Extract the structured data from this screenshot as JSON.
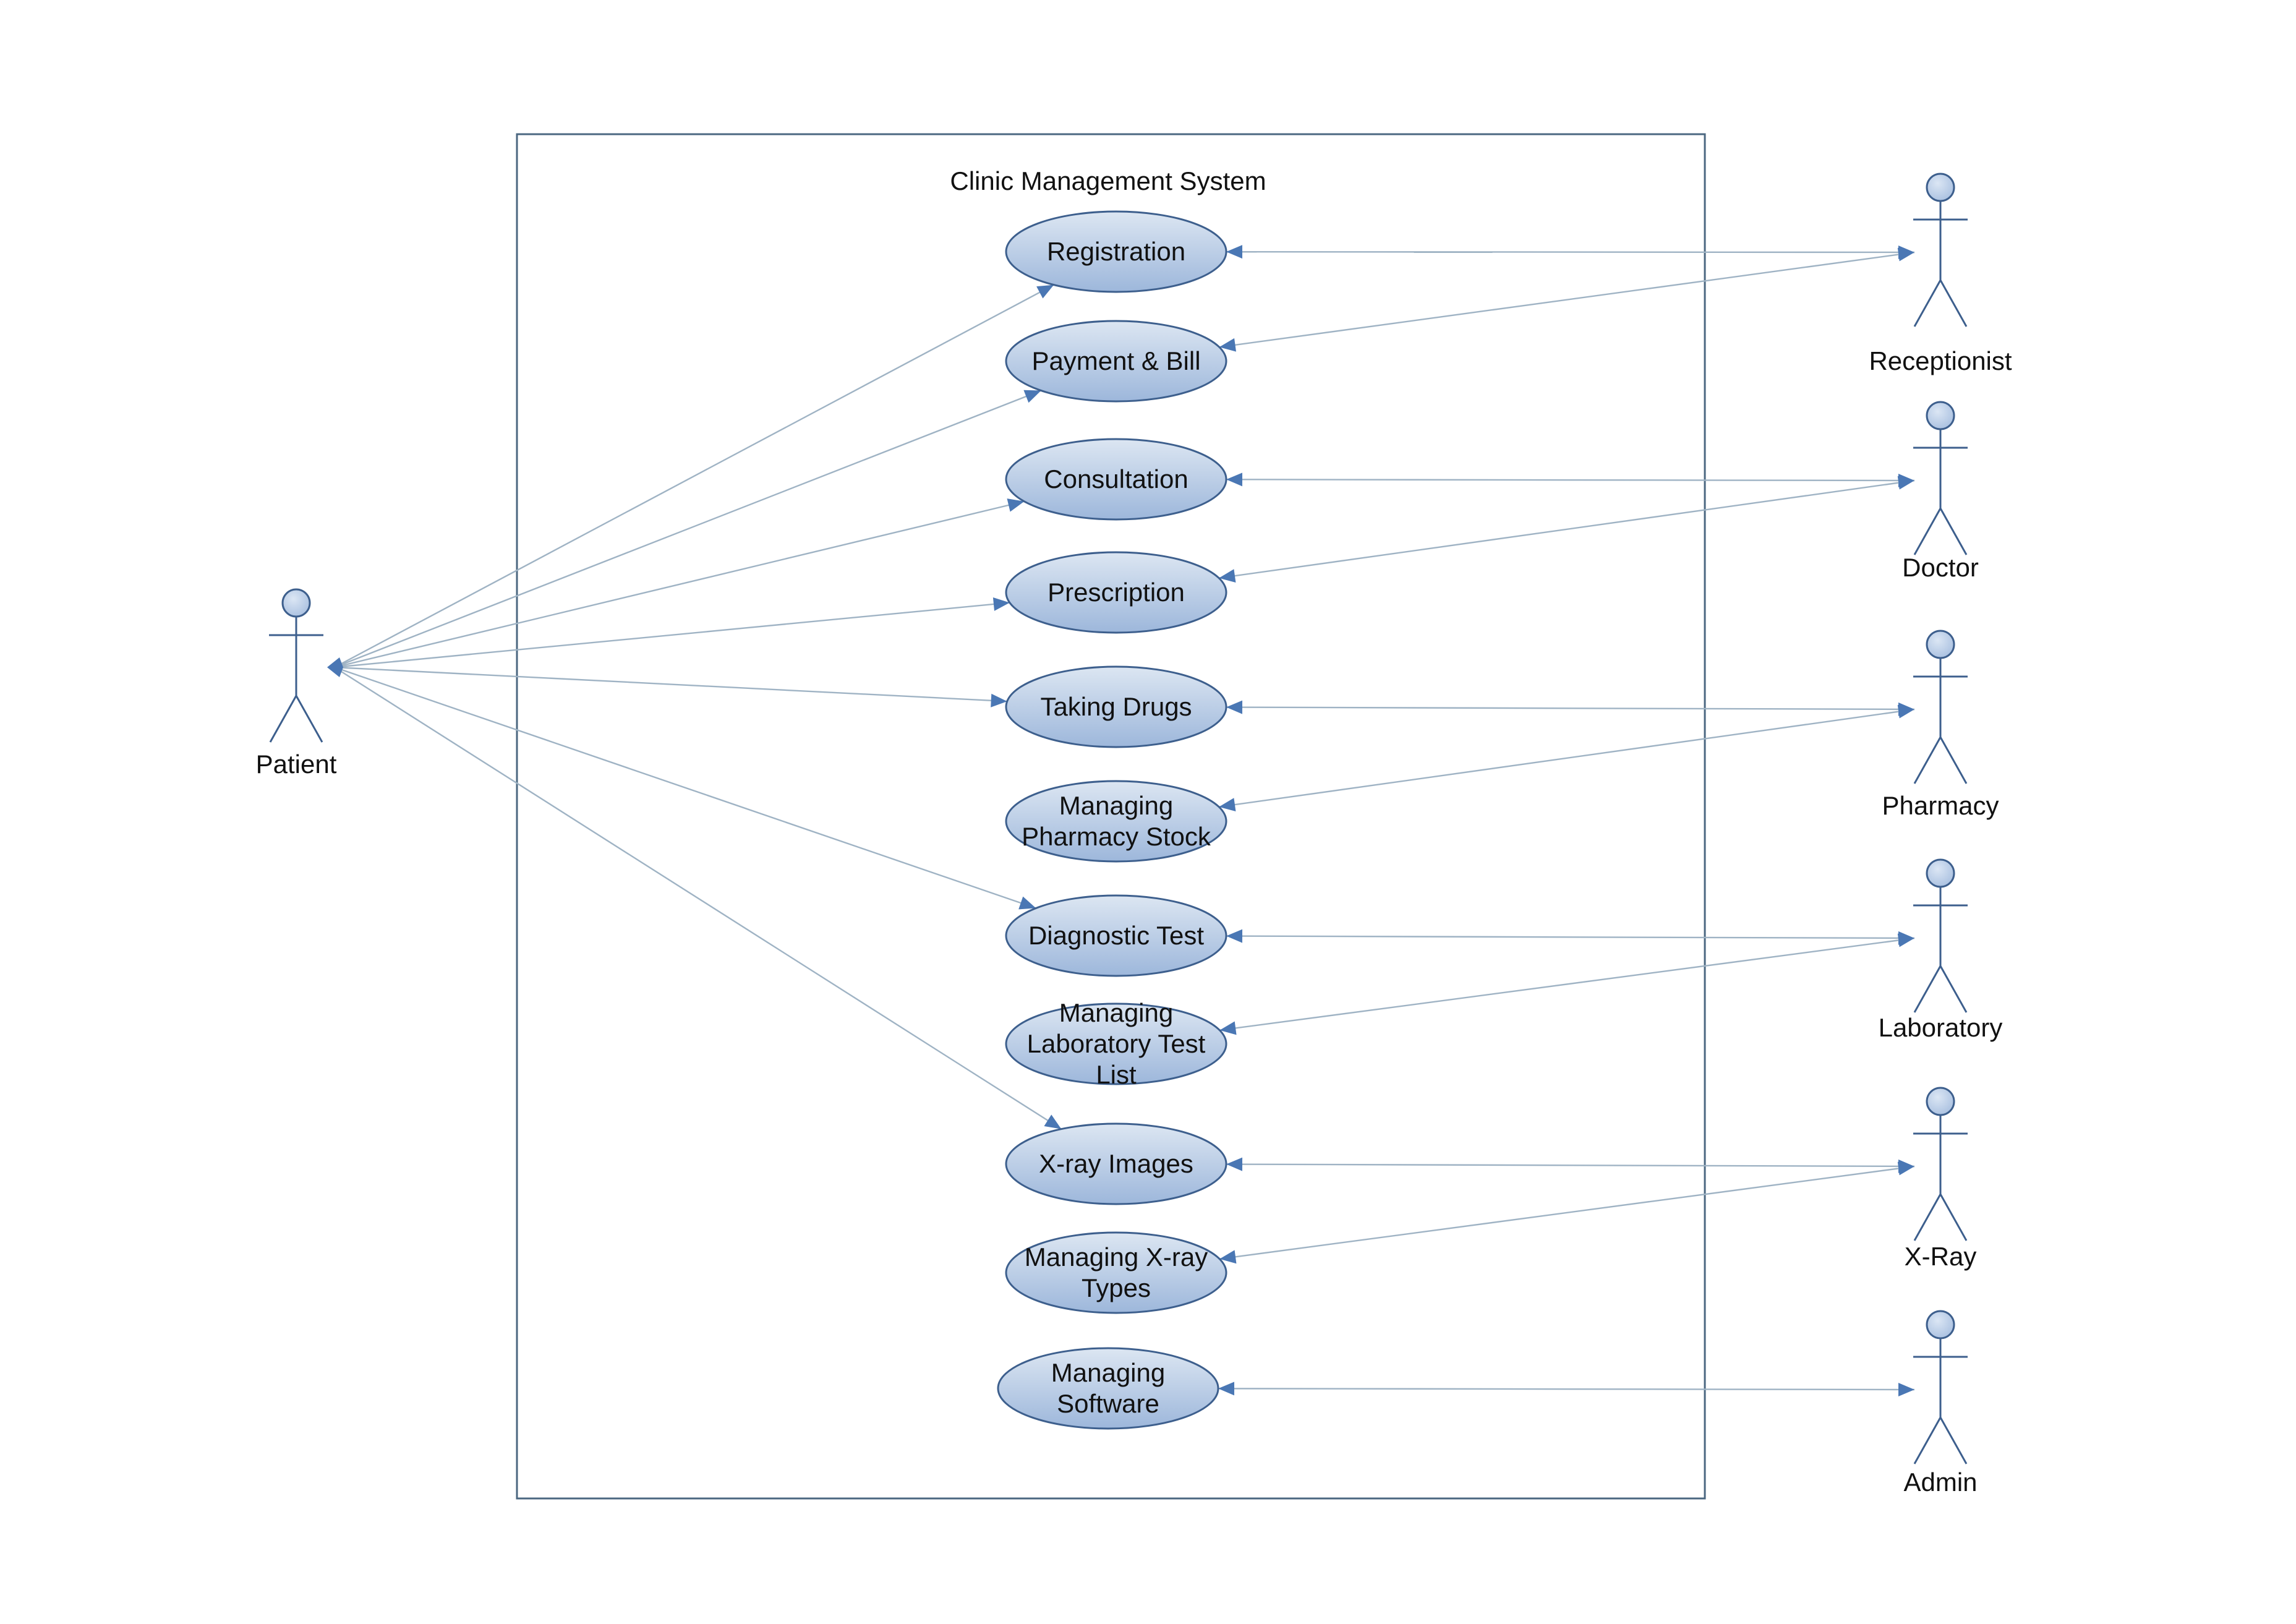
{
  "system": {
    "title": "Clinic Management System"
  },
  "colors": {
    "ellipse_top": "#dce6f2",
    "ellipse_bottom": "#9db7db",
    "ellipse_stroke": "#3d5f8d",
    "line": "#9fb3c4",
    "arrow": "#4a77b4",
    "actor_stroke": "#3d5f8d",
    "actor_head": "#a9c0e0",
    "boundary": "#4b6780"
  },
  "use_cases": [
    {
      "id": "registration",
      "lines": [
        "Registration"
      ]
    },
    {
      "id": "payment-bill",
      "lines": [
        "Payment & Bill"
      ]
    },
    {
      "id": "consultation",
      "lines": [
        "Consultation"
      ]
    },
    {
      "id": "prescription",
      "lines": [
        "Prescription"
      ]
    },
    {
      "id": "taking-drugs",
      "lines": [
        "Taking Drugs"
      ]
    },
    {
      "id": "managing-pharmacy-stock",
      "lines": [
        "Managing",
        "Pharmacy Stock"
      ]
    },
    {
      "id": "diagnostic-test",
      "lines": [
        "Diagnostic Test"
      ]
    },
    {
      "id": "managing-laboratory-test-list",
      "lines": [
        "Managing",
        "Laboratory Test",
        "List"
      ]
    },
    {
      "id": "x-ray-images",
      "lines": [
        "X-ray Images"
      ]
    },
    {
      "id": "managing-x-ray-types",
      "lines": [
        "Managing X-ray",
        "Types"
      ]
    },
    {
      "id": "managing-software",
      "lines": [
        "Managing",
        "Software"
      ]
    }
  ],
  "actors": [
    {
      "id": "patient",
      "label": "Patient"
    },
    {
      "id": "receptionist",
      "label": "Receptionist"
    },
    {
      "id": "doctor",
      "label": "Doctor"
    },
    {
      "id": "pharmacy",
      "label": "Pharmacy"
    },
    {
      "id": "laboratory",
      "label": "Laboratory"
    },
    {
      "id": "x-ray",
      "label": "X-Ray"
    },
    {
      "id": "admin",
      "label": "Admin"
    }
  ],
  "associations": [
    {
      "actor": "patient",
      "use_case": "registration"
    },
    {
      "actor": "patient",
      "use_case": "payment-bill"
    },
    {
      "actor": "patient",
      "use_case": "consultation"
    },
    {
      "actor": "patient",
      "use_case": "prescription"
    },
    {
      "actor": "patient",
      "use_case": "taking-drugs"
    },
    {
      "actor": "patient",
      "use_case": "diagnostic-test"
    },
    {
      "actor": "patient",
      "use_case": "x-ray-images"
    },
    {
      "actor": "receptionist",
      "use_case": "registration"
    },
    {
      "actor": "receptionist",
      "use_case": "payment-bill"
    },
    {
      "actor": "doctor",
      "use_case": "consultation"
    },
    {
      "actor": "doctor",
      "use_case": "prescription"
    },
    {
      "actor": "pharmacy",
      "use_case": "taking-drugs"
    },
    {
      "actor": "pharmacy",
      "use_case": "managing-pharmacy-stock"
    },
    {
      "actor": "laboratory",
      "use_case": "diagnostic-test"
    },
    {
      "actor": "laboratory",
      "use_case": "managing-laboratory-test-list"
    },
    {
      "actor": "x-ray",
      "use_case": "x-ray-images"
    },
    {
      "actor": "x-ray",
      "use_case": "managing-x-ray-types"
    },
    {
      "actor": "admin",
      "use_case": "managing-software"
    }
  ]
}
